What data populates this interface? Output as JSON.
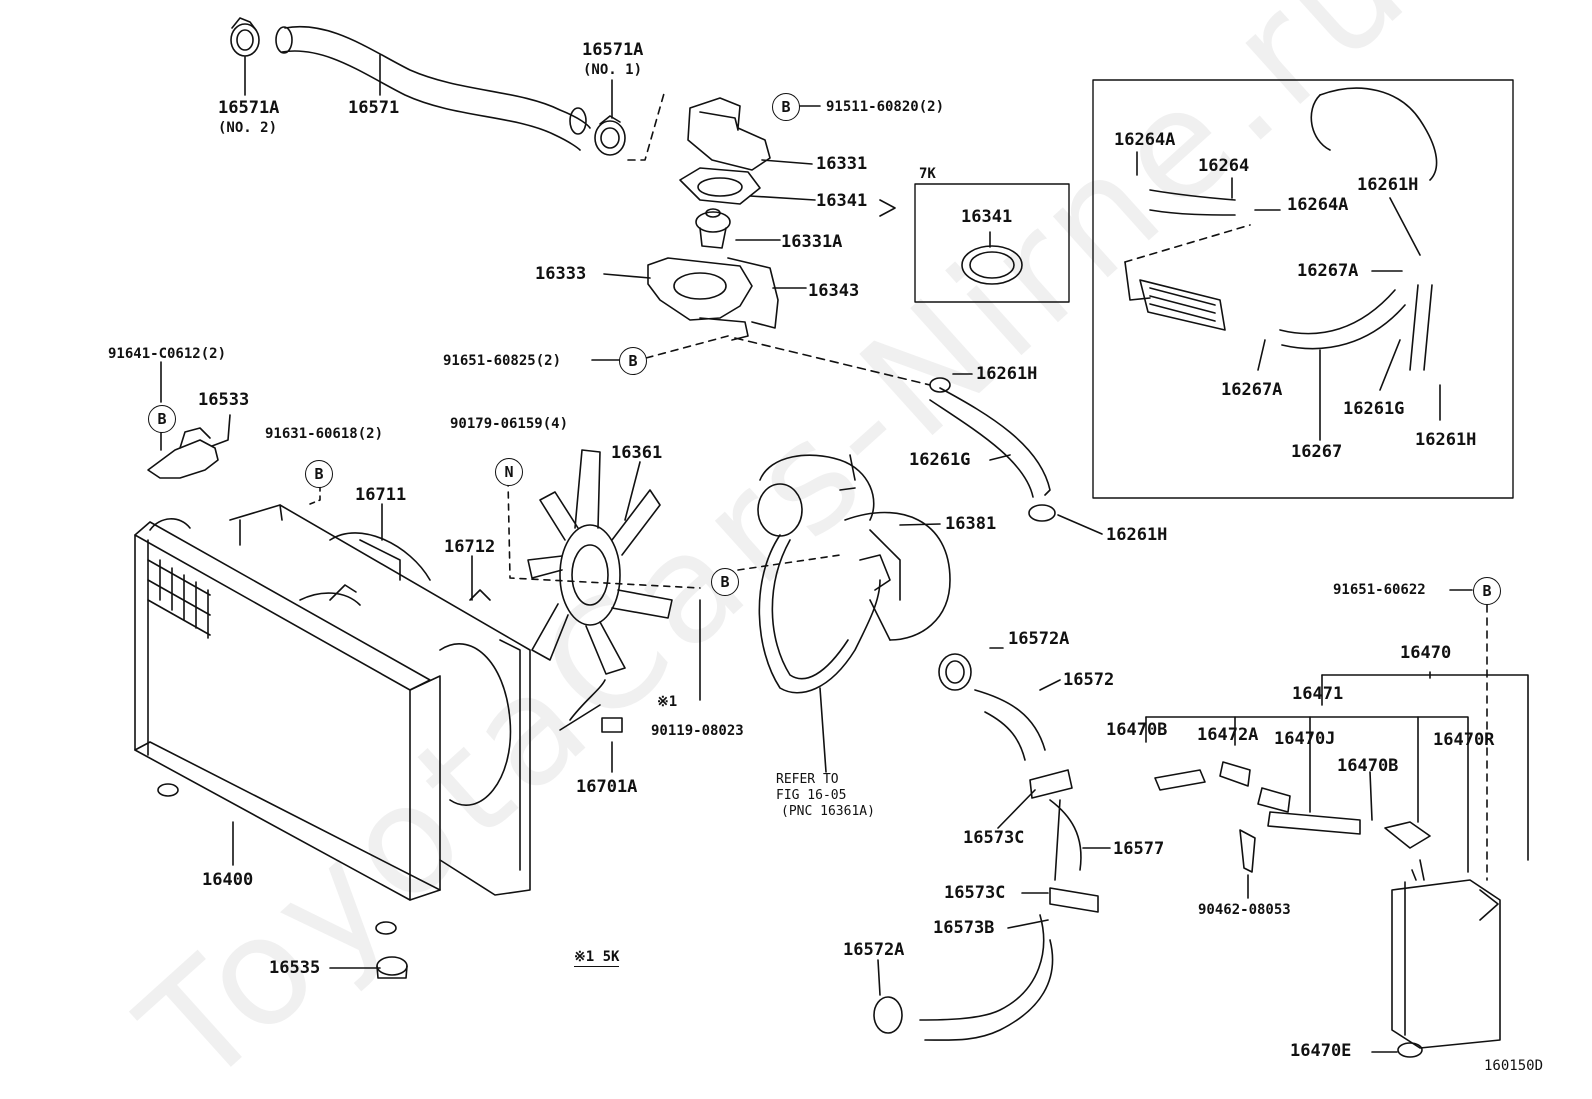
{
  "watermark": "ToyotaCars-Nirne.ru",
  "figure_code": "160150D",
  "footnote": "※1 5K",
  "callout": {
    "code": "7K",
    "part": "16341"
  },
  "refer_note": {
    "line1": "REFER TO",
    "line2": "FIG 16-05",
    "line3": "(PNC 16361A)"
  },
  "circled": {
    "b": "B",
    "n": "N"
  },
  "labels": {
    "p16571A_no2": "16571A",
    "no2": "(NO. 2)",
    "p16571": "16571",
    "p16571A_no1": "16571A",
    "no1": "(NO. 1)",
    "p91511": "91511-60820(2)",
    "p16331": "16331",
    "p16341": "16341",
    "p16331A": "16331A",
    "p16333": "16333",
    "p16343": "16343",
    "p91651_60825": "91651-60825(2)",
    "p91641": "91641-C0612(2)",
    "p16533": "16533",
    "p91631": "91631-60618(2)",
    "p90179": "90179-06159(4)",
    "p16361": "16361",
    "p16711": "16711",
    "p16712": "16712",
    "p16381": "16381",
    "p16261H_a": "16261H",
    "p16261G_a": "16261G",
    "p16261H_b": "16261H",
    "p16264A_a": "16264A",
    "p16264": "16264",
    "p16264A_b": "16264A",
    "p16261H_c": "16261H",
    "p16267A_a": "16267A",
    "p16267A_b": "16267A",
    "p16261G_b": "16261G",
    "p16261H_d": "16261H",
    "p16267": "16267",
    "p91651_60622": "91651-60622",
    "p16470": "16470",
    "p16471": "16471",
    "p16470B_a": "16470B",
    "p16472A": "16472A",
    "p16470J": "16470J",
    "p16470R": "16470R",
    "p16470B_b": "16470B",
    "p90462": "90462-08053",
    "p16470E": "16470E",
    "p16572A_a": "16572A",
    "p16572": "16572",
    "p16573C_a": "16573C",
    "p16577": "16577",
    "p16573C_b": "16573C",
    "p16573B": "16573B",
    "p16572A_b": "16572A",
    "p90119": "90119-08023",
    "star1": "※1",
    "p16701A": "16701A",
    "p16400": "16400",
    "p16535": "16535"
  }
}
